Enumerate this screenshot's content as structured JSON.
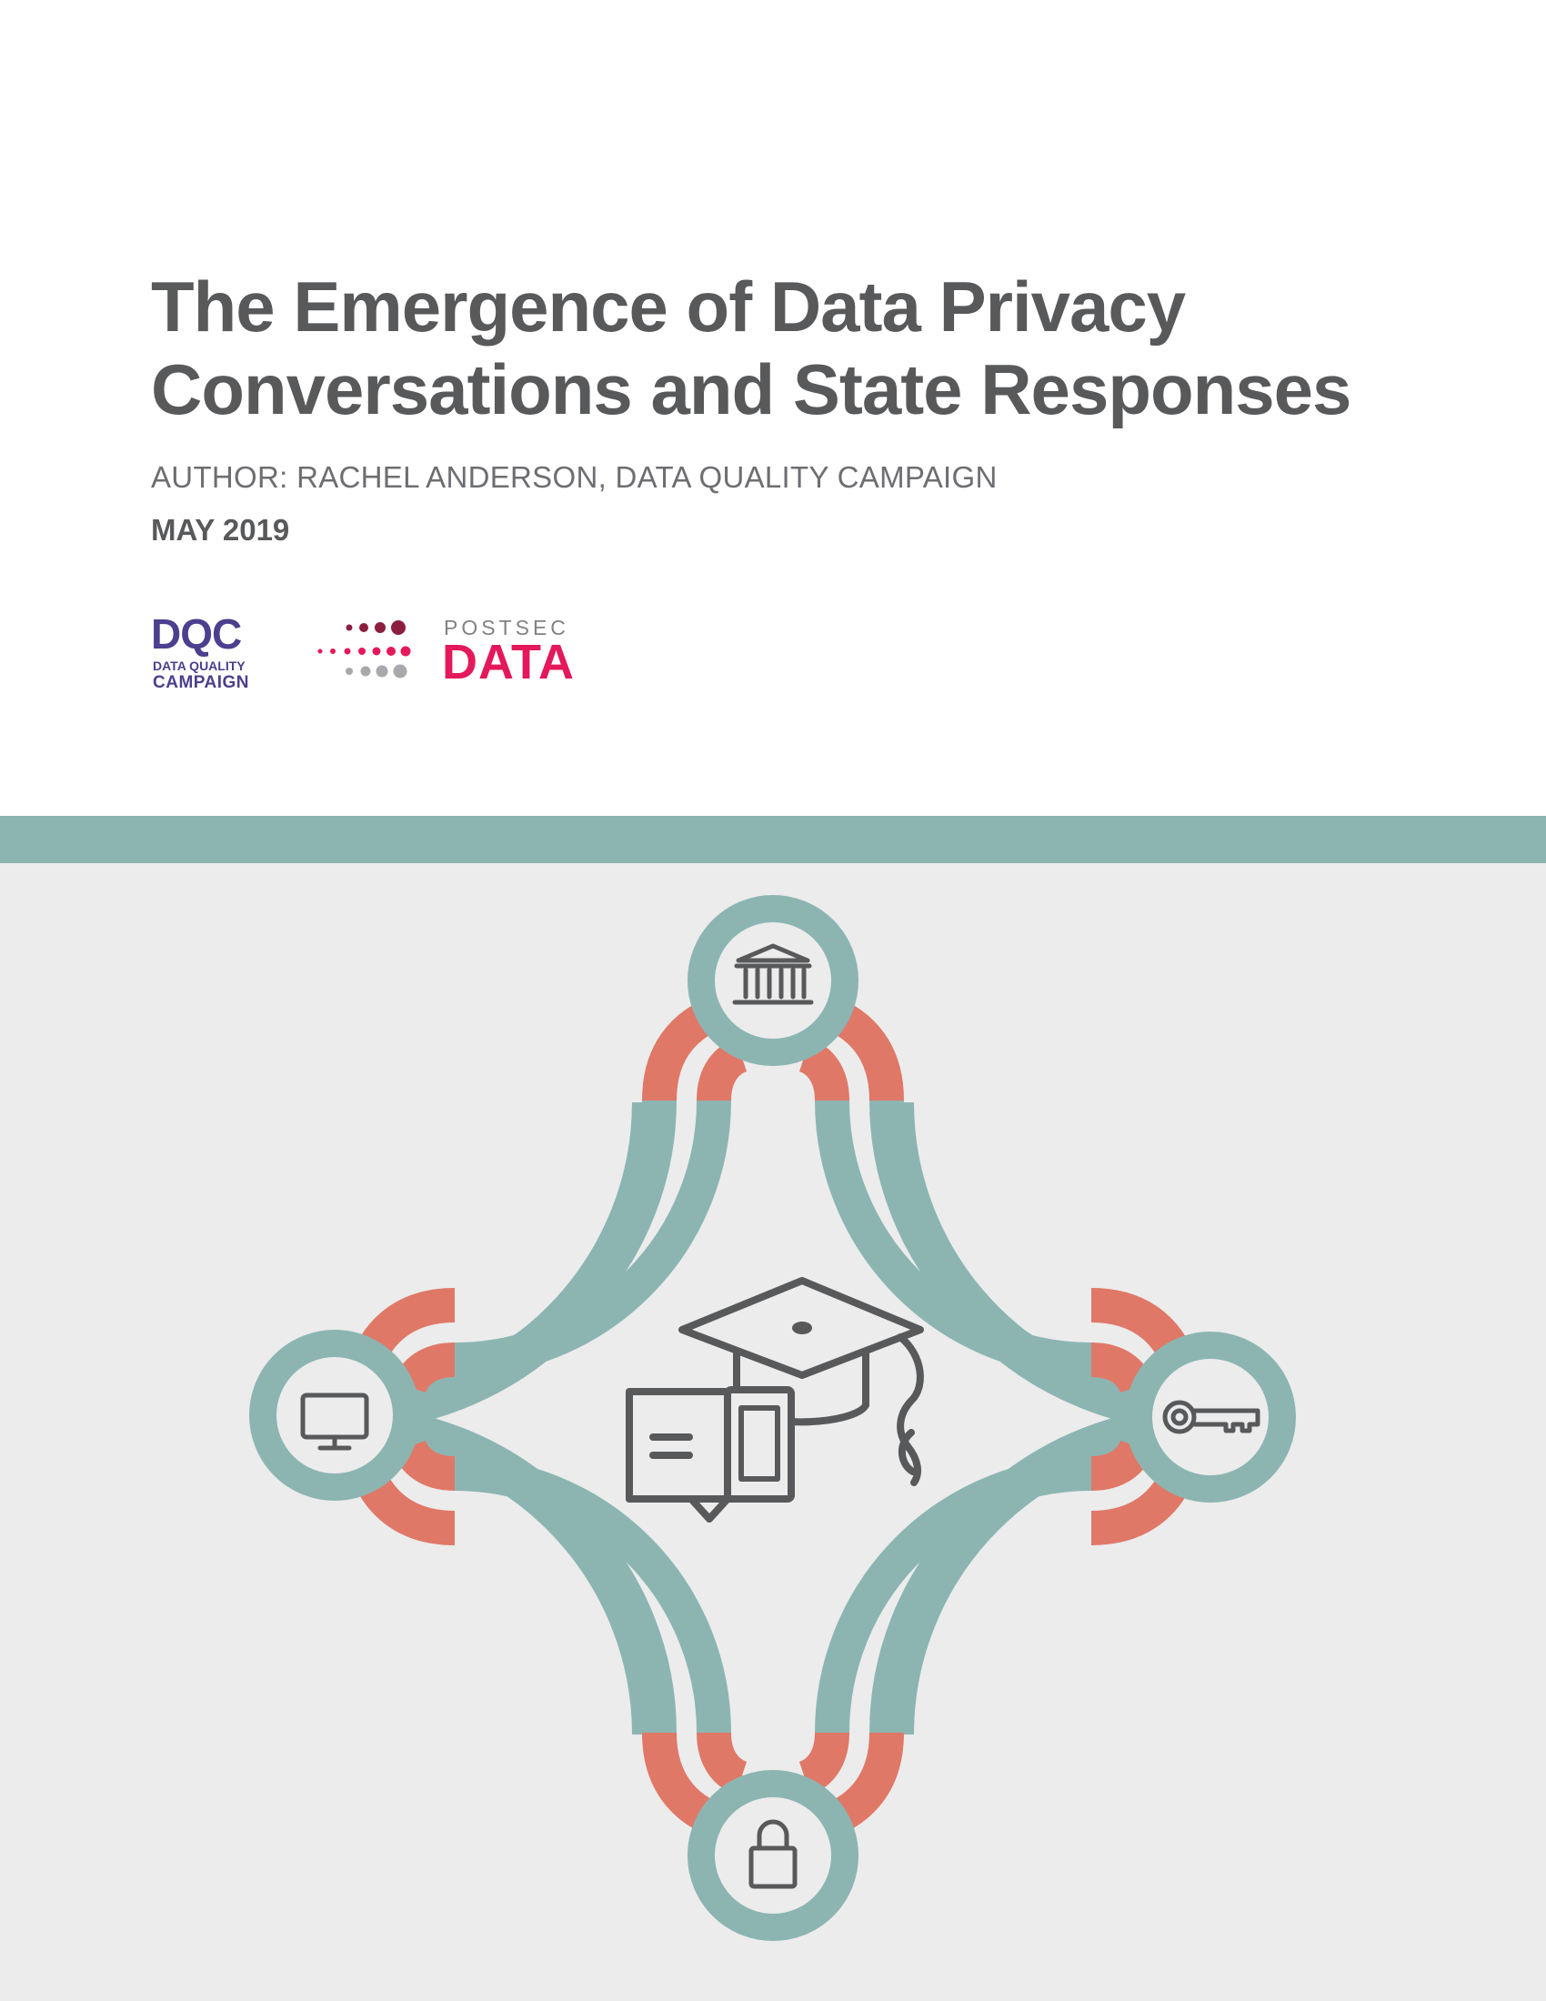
{
  "document": {
    "title_line1": "The Emergence of Data Privacy",
    "title_line2": "Conversations and State Responses",
    "author": "AUTHOR: RACHEL ANDERSON, DATA QUALITY CAMPAIGN",
    "date": "MAY 2019"
  },
  "logos": {
    "dqc": {
      "mark": "DQC",
      "line1": "DATA QUALITY",
      "line2": "CAMPAIGN"
    },
    "postsec": {
      "small": "POSTSEC",
      "big": "DATA"
    }
  },
  "colors": {
    "title_text": "#58595b",
    "band": "#8cb5b2",
    "background_art": "#ececec",
    "teal_ring": "#8cb5b2",
    "coral_connector": "#e07868",
    "icon_stroke": "#58595b",
    "dqc_purple": "#4b3f8e",
    "postsec_pink": "#e4185a",
    "postsec_maroon": "#8b1e3f"
  },
  "illustration_icons": [
    "bank-icon",
    "monitor-icon",
    "key-icon",
    "padlock-icon",
    "graduation-cap-icon",
    "open-book-icon",
    "tablet-icon"
  ]
}
